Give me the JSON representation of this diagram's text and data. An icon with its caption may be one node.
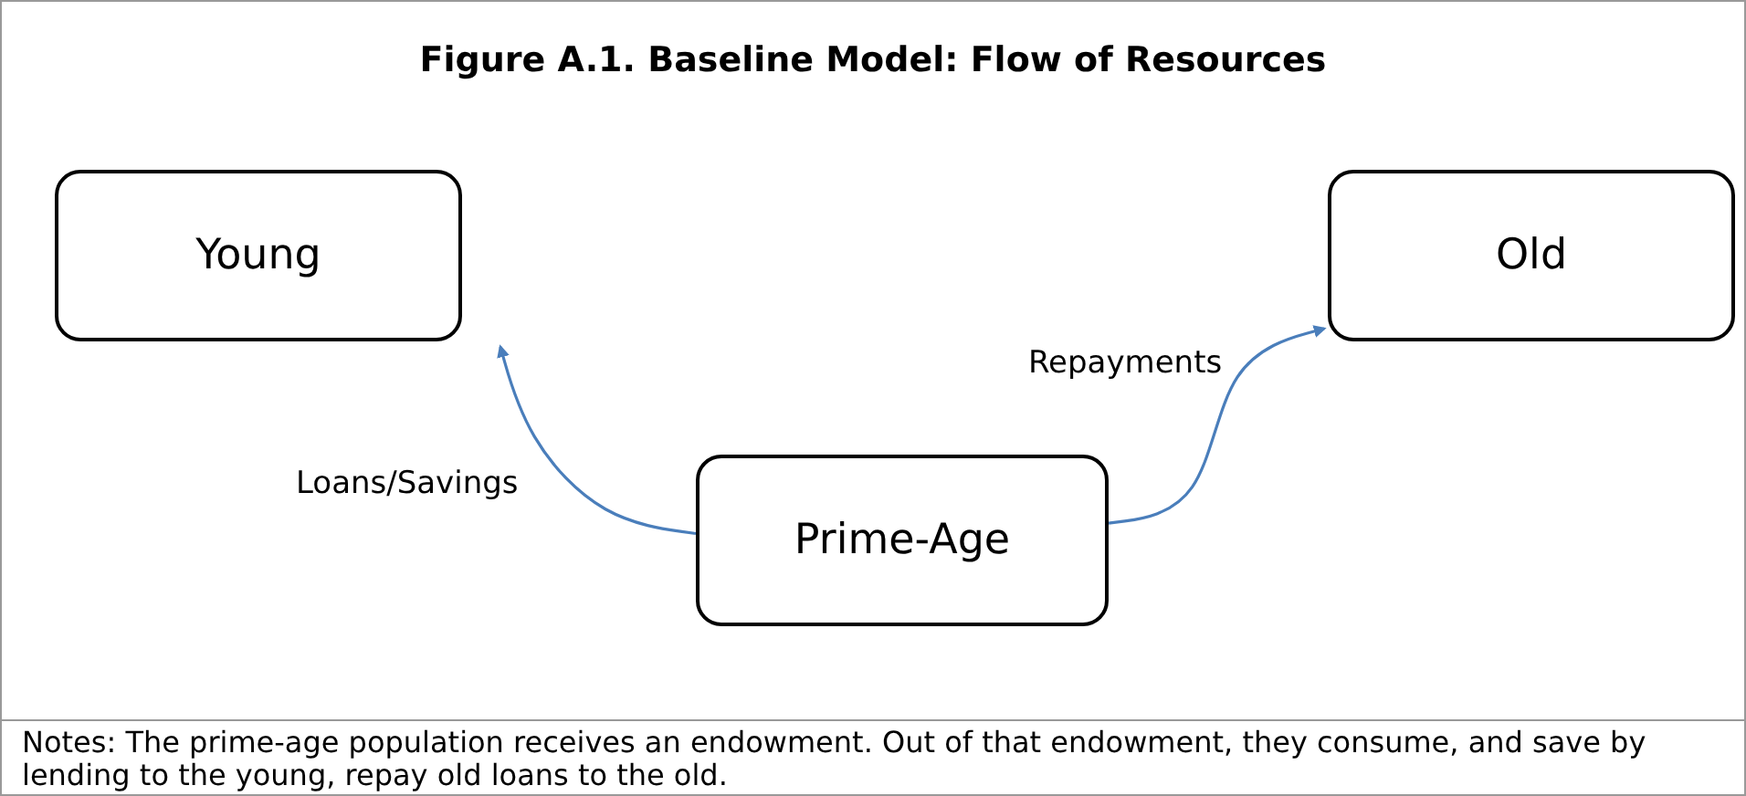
{
  "diagram": {
    "title": "Figure A.1. Baseline Model: Flow of Resources",
    "caption": "Notes:  The prime-age population receives an endowment. Out of that endowment, they consume, and save by lending to the young, repay old loans to the old.",
    "nodes": [
      {
        "text": [
          "Young"
        ]
      },
      {
        "text": [
          "Old"
        ]
      },
      {
        "text": [
          "Prime-Age"
        ]
      }
    ],
    "edges": [
      {
        "from": 2,
        "to": 0,
        "arrow": "to",
        "label": "Loans/Savings",
        "color": "#4a7ebb"
      },
      {
        "from": 2,
        "to": 1,
        "arrow": "to",
        "label": "Repayments",
        "color": "#4a7ebb"
      }
    ]
  }
}
